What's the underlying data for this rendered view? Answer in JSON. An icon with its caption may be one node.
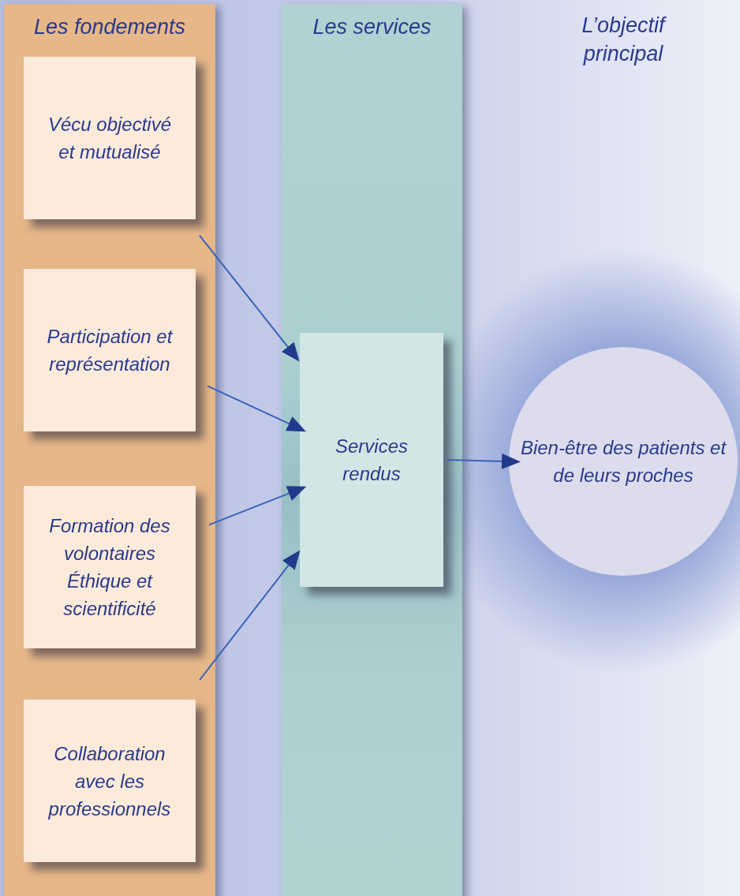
{
  "diagram": {
    "nodes": [
      {
        "text": [
          "Les fondements"
        ]
      },
      {
        "text": [
          "Vécu objectivé et mutualisé"
        ],
        "in": 0
      },
      {
        "text": [
          "Participation et représentation"
        ],
        "in": 0
      },
      {
        "text": [
          "Formation des volontaires",
          "Éthique et scientificité"
        ],
        "in": 0
      },
      {
        "text": [
          "Collaboration avec les professionnels"
        ],
        "in": 0
      },
      {
        "text": [
          "Les services"
        ]
      },
      {
        "text": [
          "Services rendus"
        ],
        "in": 5
      },
      {
        "text": [
          "Bien-être des patients et de leurs proches"
        ]
      }
    ],
    "edges": [
      {
        "from": 1,
        "to": 6,
        "arrow": "to"
      },
      {
        "from": 2,
        "to": 6,
        "arrow": "to"
      },
      {
        "from": 3,
        "to": 6,
        "arrow": "to"
      },
      {
        "from": 4,
        "to": 6,
        "arrow": "to"
      },
      {
        "from": 6,
        "to": 7,
        "arrow": "to"
      }
    ],
    "labels": [
      "L’objectif principal"
    ]
  }
}
